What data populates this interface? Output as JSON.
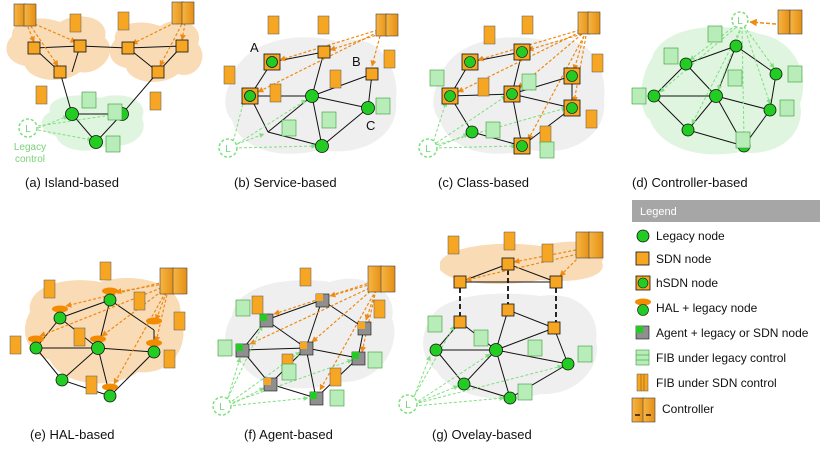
{
  "panels": {
    "a": "(a) Island-based",
    "b": "(b) Service-based",
    "c": "(c) Class-based",
    "d": "(d) Controller-based",
    "e": "(e) HAL-based",
    "f": "(f) Agent-based",
    "g": "(g) Ovelay-based"
  },
  "annotations": {
    "legacy_control_line1": "Legacy",
    "legacy_control_line2": "control",
    "legacy_symbol": "L",
    "service_label_a": "A",
    "service_label_b": "B",
    "service_label_c": "C"
  },
  "legend": {
    "title": "Legend",
    "items": [
      {
        "icon": "legacy-node-icon",
        "label": "Legacy node"
      },
      {
        "icon": "sdn-node-icon",
        "label": "SDN node"
      },
      {
        "icon": "hsdn-node-icon",
        "label": "hSDN node"
      },
      {
        "icon": "hal-legacy-node-icon",
        "label": "HAL + legacy node"
      },
      {
        "icon": "agent-node-icon",
        "label": "Agent + legacy or SDN node"
      },
      {
        "icon": "fib-legacy-icon",
        "label": "FIB under legacy control"
      },
      {
        "icon": "fib-sdn-icon",
        "label": "FIB under SDN control"
      },
      {
        "icon": "controller-icon",
        "label": "Controller"
      }
    ]
  },
  "colors": {
    "legacy_green": "#22cc22",
    "sdn_orange": "#f6a623",
    "agent_gray": "#8f8f8f",
    "legacy_ctrl_arrow": "#7ee07e",
    "sdn_ctrl_arrow": "#ef8a12",
    "island_fill": "#f9dcb6",
    "legacy_area_fill": "#dff5df",
    "neutral_area_fill": "#efefef",
    "legend_header": "#a6a6a6"
  }
}
